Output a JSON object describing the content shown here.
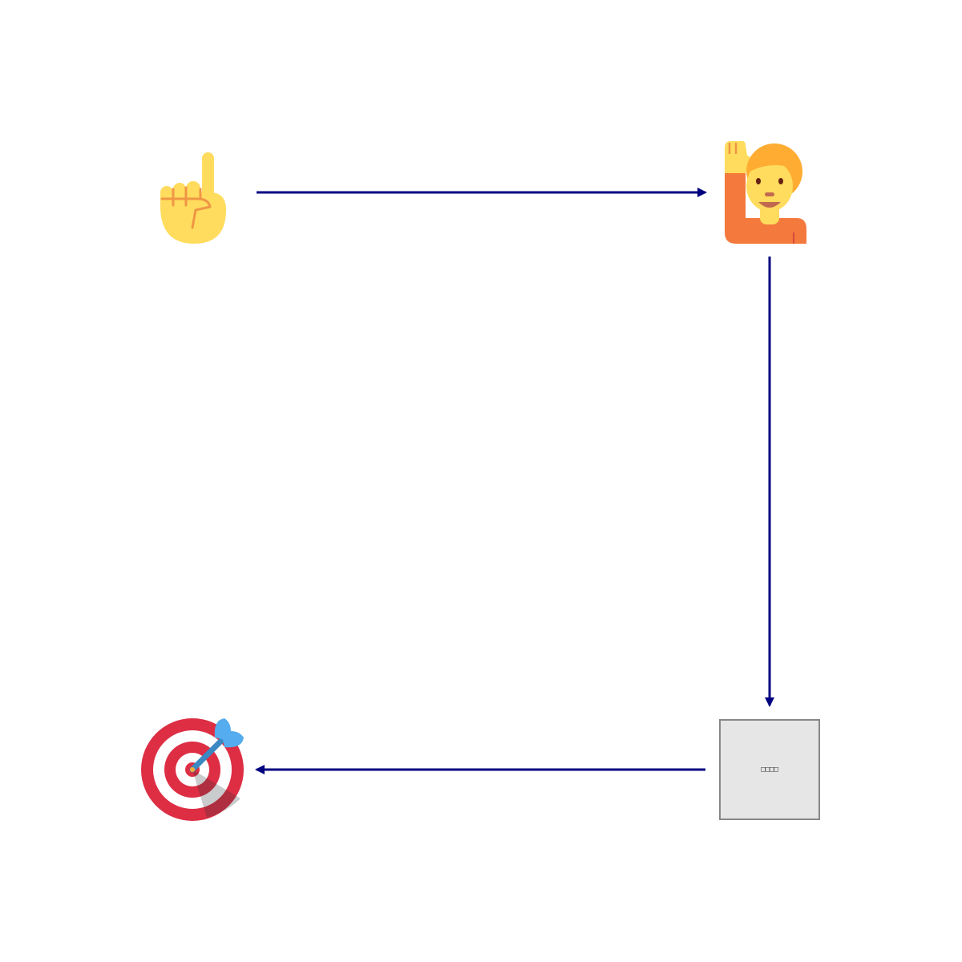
{
  "diagram": {
    "type": "flow-cycle",
    "nodes": [
      {
        "id": "n1",
        "icon": "index-pointing-up-icon",
        "label": ""
      },
      {
        "id": "n2",
        "icon": "person-raising-hand-icon",
        "label": ""
      },
      {
        "id": "n3",
        "icon": "missing-glyph-box-icon",
        "label": "□□□□"
      },
      {
        "id": "n4",
        "icon": "direct-hit-target-icon",
        "label": ""
      }
    ],
    "edges": [
      {
        "from": "n1",
        "to": "n2"
      },
      {
        "from": "n2",
        "to": "n3"
      },
      {
        "from": "n3",
        "to": "n4"
      }
    ],
    "colors": {
      "arrow": "#000080",
      "box_fill": "#e6e6e6",
      "box_stroke": "#888888"
    }
  }
}
